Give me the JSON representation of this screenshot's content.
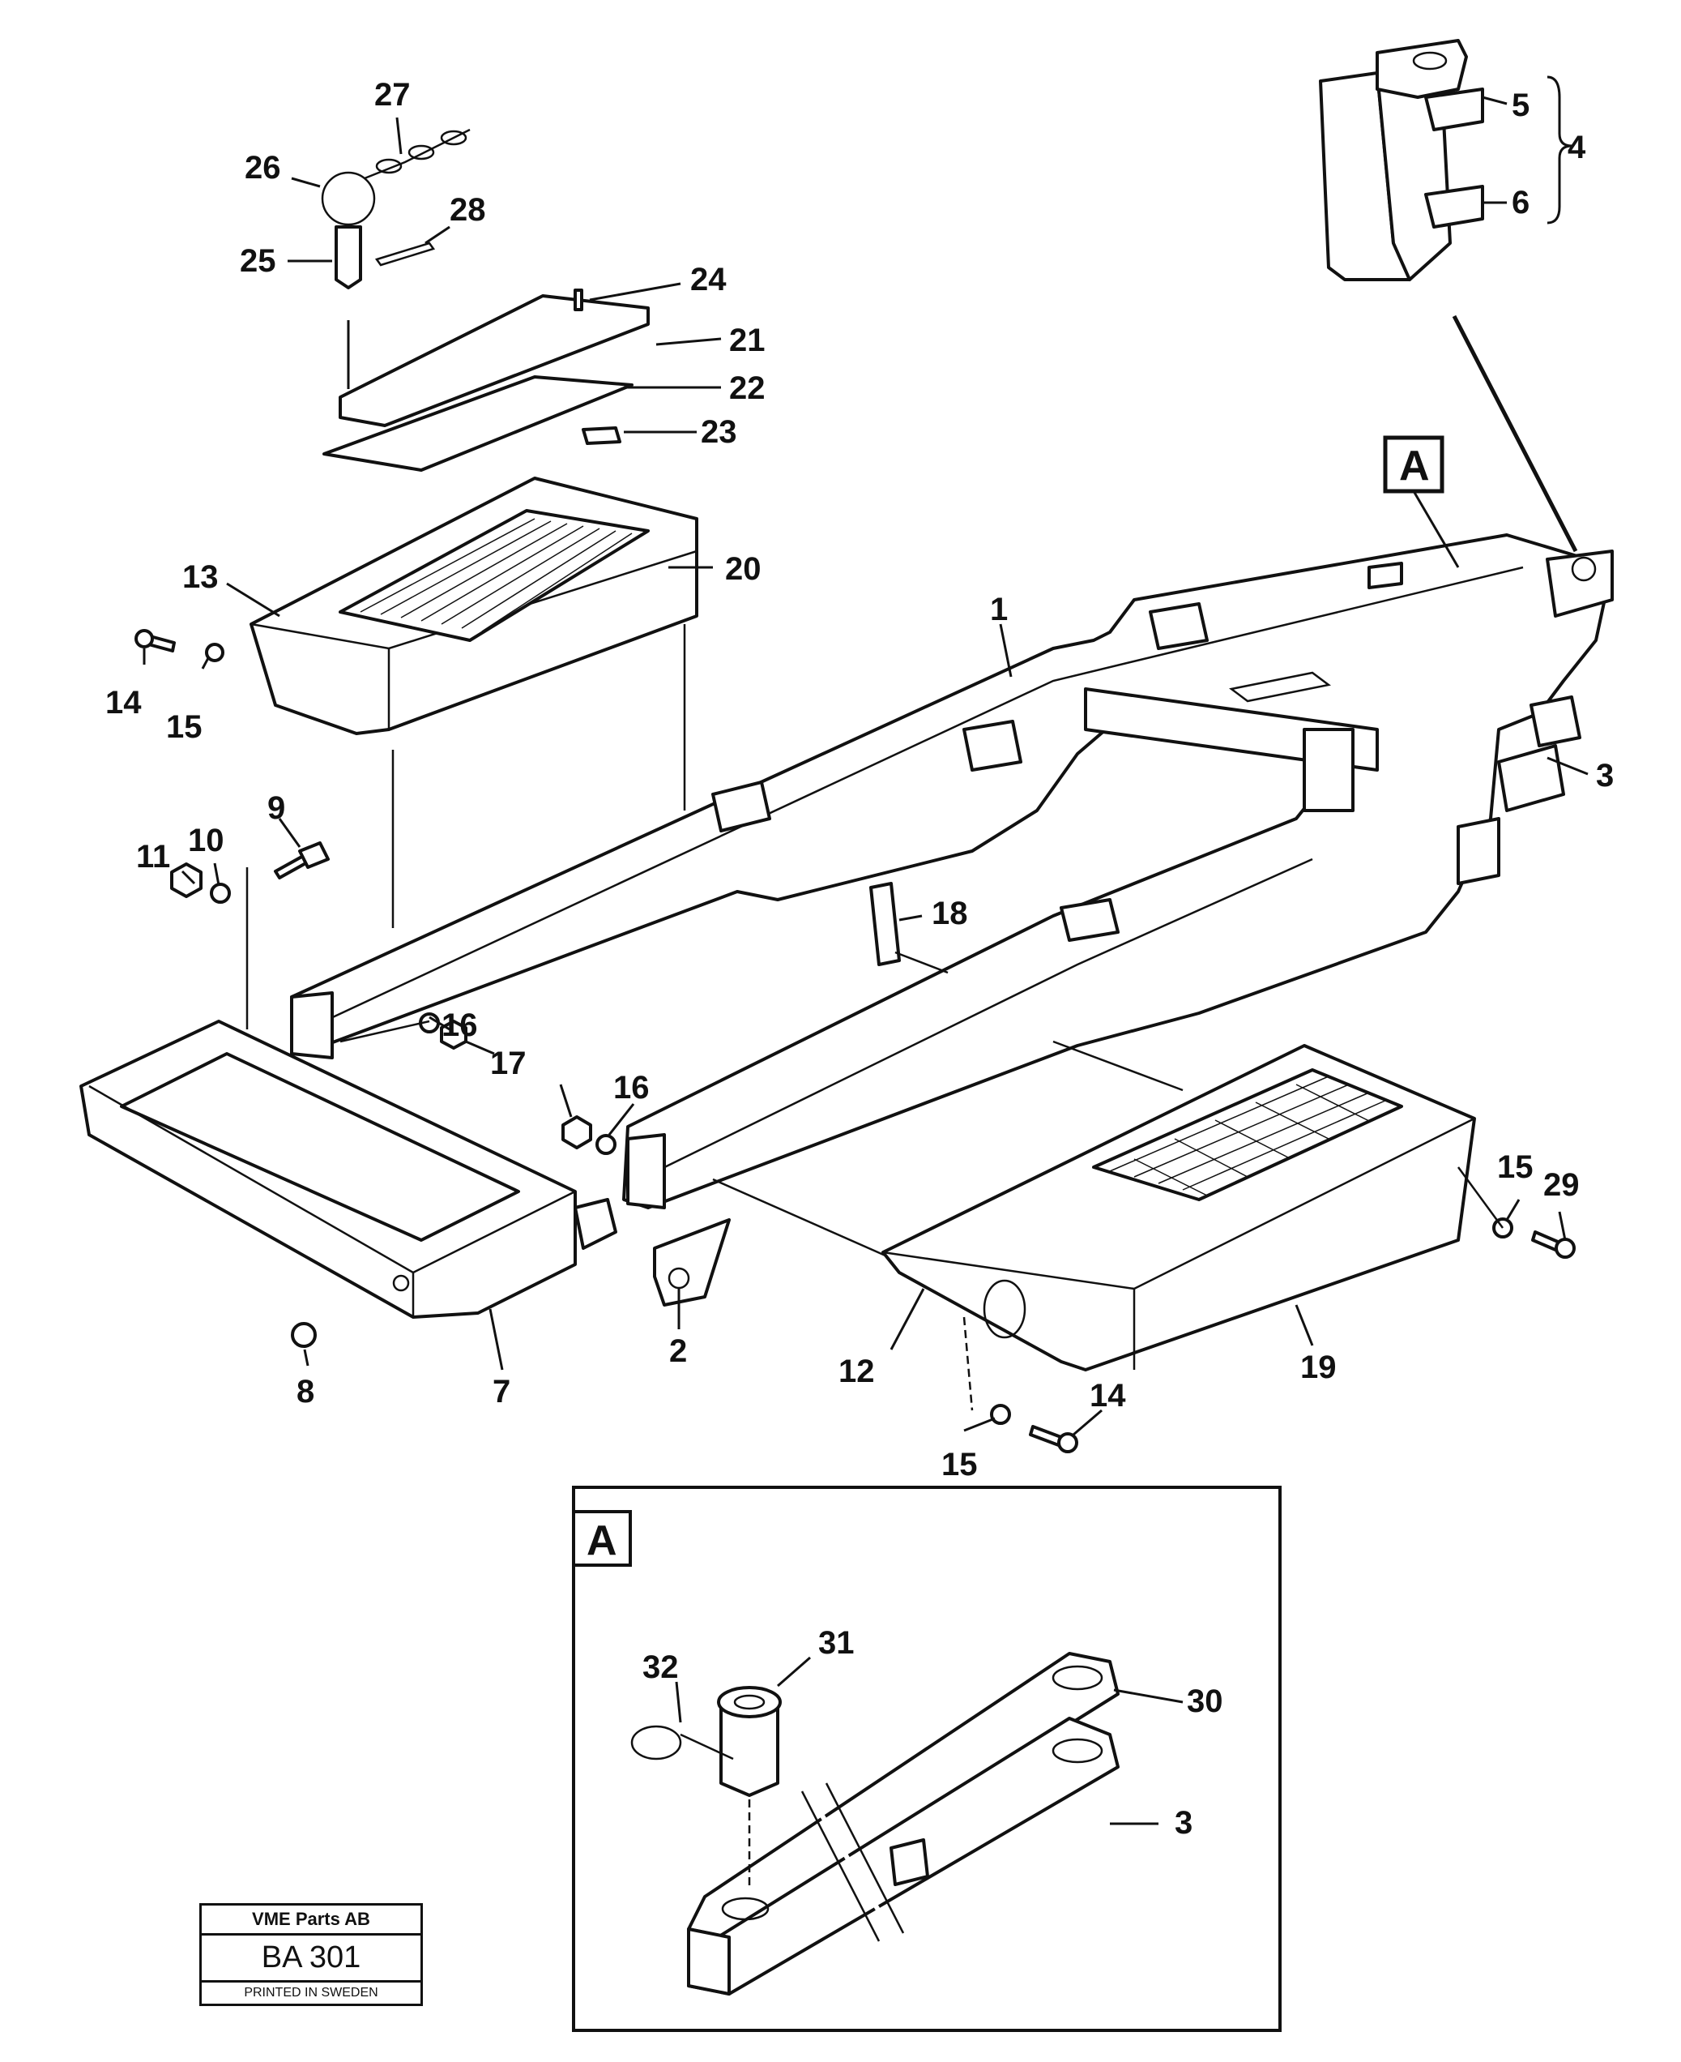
{
  "labels": {
    "l1": "1",
    "l2": "2",
    "l3a": "3",
    "l3b": "3",
    "l4": "4",
    "l5": "5",
    "l6": "6",
    "l7": "7",
    "l8": "8",
    "l9": "9",
    "l10": "10",
    "l11": "11",
    "l12": "12",
    "l13": "13",
    "l14a": "14",
    "l14b": "14",
    "l15a": "15",
    "l15b": "15",
    "l15c": "15",
    "l16a": "16",
    "l16b": "16",
    "l17": "17",
    "l18": "18",
    "l19": "19",
    "l20": "20",
    "l21": "21",
    "l22": "22",
    "l23": "23",
    "l24": "24",
    "l25": "25",
    "l26": "26",
    "l27": "27",
    "l28": "28",
    "l29": "29",
    "l30": "30",
    "l31": "31",
    "l32": "32"
  },
  "detail_marker": "A",
  "detail_title": "A",
  "stamp": {
    "company": "VME Parts AB",
    "code": "BA 301",
    "printed": "PRINTED IN SWEDEN"
  }
}
